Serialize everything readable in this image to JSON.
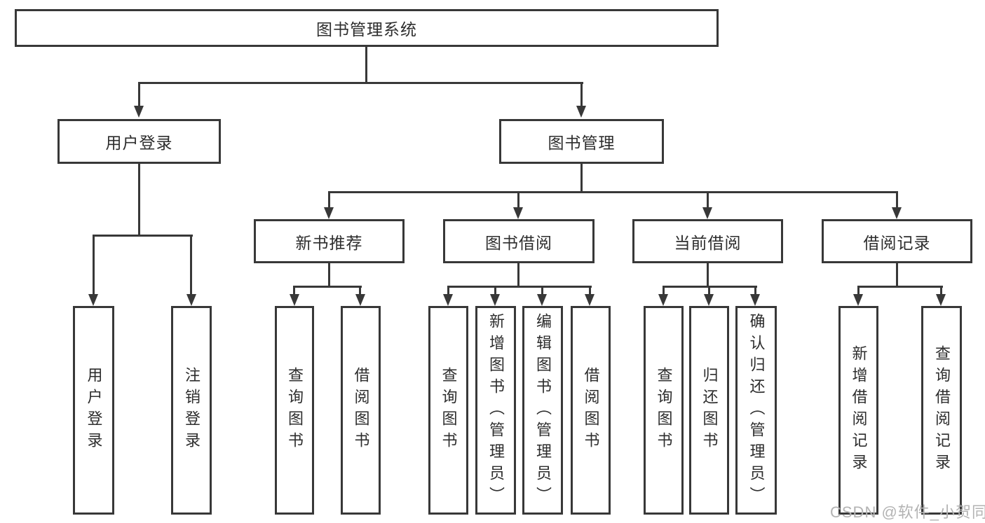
{
  "colors": {
    "line": "#383838",
    "text": "#2d2d2d",
    "background": "#ffffff",
    "watermark": "#b3b3b3"
  },
  "watermark": "CSDN @软件_小贺同学",
  "tree": {
    "root": "图书管理系统",
    "branches": [
      {
        "label": "用户登录",
        "children": [
          "用户登录",
          "注销登录"
        ]
      },
      {
        "label": "图书管理",
        "groups": [
          {
            "label": "新书推荐",
            "children": [
              "查询图书",
              "借阅图书"
            ]
          },
          {
            "label": "图书借阅",
            "children": [
              "查询图书",
              "新增图书（管理员）",
              "编辑图书（管理员）",
              "借阅图书"
            ]
          },
          {
            "label": "当前借阅",
            "children": [
              "查询图书",
              "归还图书",
              "确认归还（管理员）"
            ]
          },
          {
            "label": "借阅记录",
            "children": [
              "新增借阅记录",
              "查询借阅记录"
            ]
          }
        ]
      }
    ]
  }
}
